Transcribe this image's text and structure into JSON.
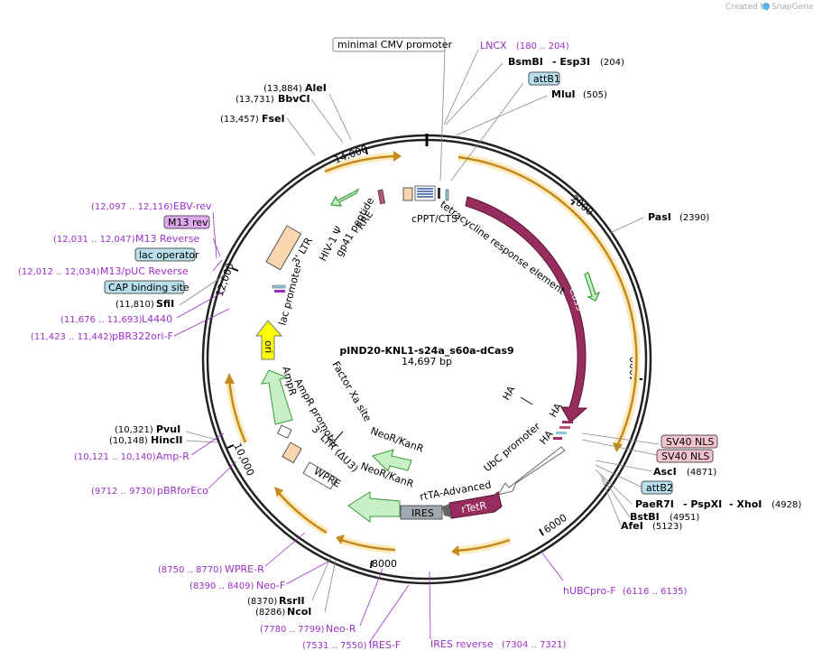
{
  "header": {
    "created_by": "Created by",
    "brand": "SnapGene"
  },
  "map": {
    "name": "pIND20-KNL1-s24a_s60a-dCas9",
    "size": "14,697 bp"
  },
  "ticks": [
    "2000",
    "4000",
    "6000",
    "8000",
    "10,000",
    "12,000",
    "14,000"
  ],
  "colors": {
    "cas9": "#962d5e",
    "rtetr": "#962d5e",
    "ori": "#ffff00",
    "ampr": "#c7f0c7",
    "neor": "#c7f0c7",
    "ires": "#a0a8b0",
    "ltr": "#fbd5b0",
    "outer_arrow": "#c58a1c",
    "outer_glow": "#fdebc2",
    "primer": "#9b30c8",
    "tag": "#f3c3d0",
    "blue_tag": "#b7e0ec"
  },
  "enzymes": {
    "alei": {
      "name": "AleI",
      "pos": "(13,884)"
    },
    "bbvci": {
      "name": "BbvCI",
      "pos": "(13,731)"
    },
    "fsei": {
      "name": "FseI",
      "pos": "(13,457)"
    },
    "bsmbi": {
      "name": "BsmBI",
      "pos": "(204)",
      "extra": "- Esp3I"
    },
    "mlui": {
      "name": "MluI",
      "pos": "(505)"
    },
    "pasi": {
      "name": "PasI",
      "pos": "(2390)"
    },
    "asci": {
      "name": "AscI",
      "pos": "(4871)"
    },
    "paer7i": {
      "name": "PaeR7I",
      "pos": "(4928)",
      "extra1": "- PspXI",
      "extra2": "- XhoI"
    },
    "bstbi": {
      "name": "BstBI",
      "pos": "(4951)"
    },
    "afei": {
      "name": "AfeI",
      "pos": "(5123)"
    },
    "sfii": {
      "name": "SfiI",
      "pos": "(11,810)"
    },
    "pvui": {
      "name": "PvuI",
      "pos": "(10,321)"
    },
    "hincii": {
      "name": "HincII",
      "pos": "(10,148)"
    },
    "rsrii": {
      "name": "RsrII",
      "pos": "(8370)"
    },
    "ncoi": {
      "name": "NcoI",
      "pos": "(8286)"
    }
  },
  "primers": {
    "lncx": {
      "name": "LNCX",
      "pos": "(180 .. 204)"
    },
    "ebv": {
      "name": "EBV-rev",
      "pos": "(12,097 .. 12,116)"
    },
    "m13r": {
      "name": "M13 Reverse",
      "pos": "(12,031 .. 12,047)"
    },
    "m13puc": {
      "name": "M13/pUC Reverse",
      "pos": "(12,012 .. 12,034)"
    },
    "l4440": {
      "name": "L4440",
      "pos": "(11,676 .. 11,693)"
    },
    "pbr322": {
      "name": "pBR322ori-F",
      "pos": "(11,423 .. 11,442)"
    },
    "ampr": {
      "name": "Amp-R",
      "pos": "(10,121 .. 10,140)"
    },
    "pbrfor": {
      "name": "pBRforEco",
      "pos": "(9712 .. 9730)"
    },
    "wpre": {
      "name": "WPRE-R",
      "pos": "(8750 .. 8770)"
    },
    "neof": {
      "name": "Neo-F",
      "pos": "(8390 .. 8409)"
    },
    "neor": {
      "name": "Neo-R",
      "pos": "(7780 .. 7799)"
    },
    "iresf": {
      "name": "IRES-F",
      "pos": "(7531 .. 7550)"
    },
    "iresrev": {
      "name": "IRES reverse",
      "pos": "(7304 .. 7321)"
    },
    "hubc": {
      "name": "hUBCpro-F",
      "pos": "(6116 .. 6135)"
    }
  },
  "tags": {
    "cmv": "minimal CMV promoter",
    "attb1": "attB1",
    "m13rev": "M13 rev",
    "lacop": "lac operator",
    "cap": "CAP binding site",
    "sv40a": "SV40 NLS",
    "sv40b": "SV40 NLS",
    "attb2": "attB2"
  },
  "features": {
    "cas9": "Cas9",
    "tre": "tetracycline response element",
    "cppt": "cPPT/CTS",
    "gp41": "gp41 peptide",
    "rre": "RRE",
    "hiv": "HIV-1 Ψ",
    "ltr3": "3' LTR",
    "lacprom": "lac promoter",
    "ori": "ori",
    "ampr": "AmpR",
    "amprprom": "AmpR promoter",
    "ltr3au3": "3' LTR (ΔU3)",
    "wpre": "WPRE",
    "factorxa": "Factor Xa site",
    "neor1": "NeoR/KanR",
    "neor2": "NeoR/KanR",
    "ires": "IRES",
    "rtetr": "rTetR",
    "rtta": "rtTA-Advanced",
    "ubc": "UbC promoter",
    "ha1": "HA",
    "ha2": "HA",
    "ha3": "HA"
  }
}
